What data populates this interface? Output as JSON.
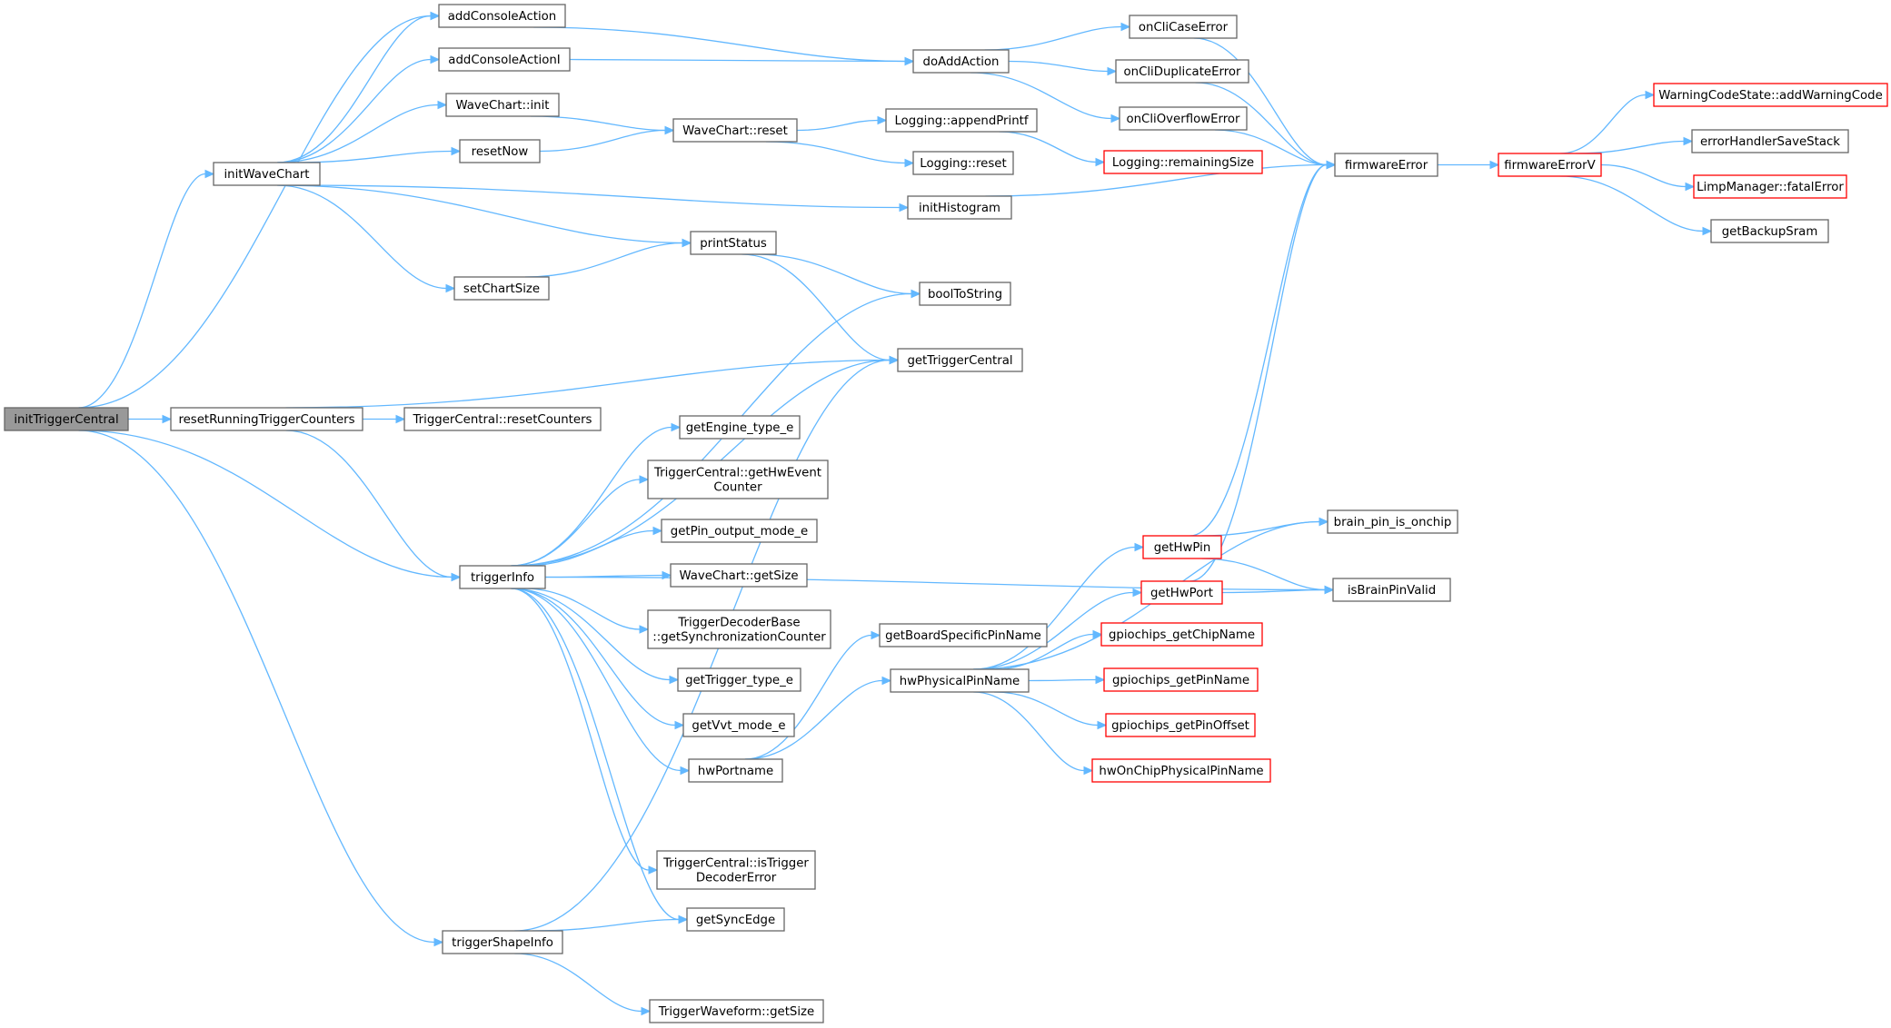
{
  "graph": {
    "colors": {
      "edge": "#63b8ff",
      "node_border": "#666666",
      "truncated_border": "#ff0000",
      "root_fill": "#999999"
    },
    "nodes": [
      {
        "id": "initTriggerCentral",
        "lines": [
          "initTriggerCentral"
        ],
        "root": true
      },
      {
        "id": "addConsoleAction",
        "lines": [
          "addConsoleAction"
        ]
      },
      {
        "id": "addConsoleActionI",
        "lines": [
          "addConsoleActionI"
        ]
      },
      {
        "id": "WaveChart_init",
        "lines": [
          "WaveChart::init"
        ]
      },
      {
        "id": "resetNow",
        "lines": [
          "resetNow"
        ]
      },
      {
        "id": "initWaveChart",
        "lines": [
          "initWaveChart"
        ]
      },
      {
        "id": "setChartSize",
        "lines": [
          "setChartSize"
        ]
      },
      {
        "id": "resetRunningTriggerCounters",
        "lines": [
          "resetRunningTriggerCounters"
        ]
      },
      {
        "id": "TriggerCentral_resetCounters",
        "lines": [
          "TriggerCentral::resetCounters"
        ]
      },
      {
        "id": "triggerInfo",
        "lines": [
          "triggerInfo"
        ]
      },
      {
        "id": "triggerShapeInfo",
        "lines": [
          "triggerShapeInfo"
        ]
      },
      {
        "id": "doAddAction",
        "lines": [
          "doAddAction"
        ]
      },
      {
        "id": "WaveChart_reset",
        "lines": [
          "WaveChart::reset"
        ]
      },
      {
        "id": "printStatus",
        "lines": [
          "printStatus"
        ]
      },
      {
        "id": "getEngine_type_e",
        "lines": [
          "getEngine_type_e"
        ]
      },
      {
        "id": "TriggerCentral_getHwEventCounter",
        "lines": [
          "TriggerCentral::getHwEvent",
          "Counter"
        ]
      },
      {
        "id": "getPin_output_mode_e",
        "lines": [
          "getPin_output_mode_e"
        ]
      },
      {
        "id": "WaveChart_getSize",
        "lines": [
          "WaveChart::getSize"
        ]
      },
      {
        "id": "TriggerDecoderBase_getSynchronizationCounter",
        "lines": [
          "TriggerDecoderBase",
          "::getSynchronizationCounter"
        ]
      },
      {
        "id": "getTrigger_type_e",
        "lines": [
          "getTrigger_type_e"
        ]
      },
      {
        "id": "getVvt_mode_e",
        "lines": [
          "getVvt_mode_e"
        ]
      },
      {
        "id": "hwPortname",
        "lines": [
          "hwPortname"
        ]
      },
      {
        "id": "TriggerCentral_isTriggerDecoderError",
        "lines": [
          "TriggerCentral::isTrigger",
          "DecoderError"
        ]
      },
      {
        "id": "getSyncEdge",
        "lines": [
          "getSyncEdge"
        ]
      },
      {
        "id": "TriggerWaveform_getSize",
        "lines": [
          "TriggerWaveform::getSize"
        ]
      },
      {
        "id": "Logging_appendPrintf",
        "lines": [
          "Logging::appendPrintf"
        ]
      },
      {
        "id": "Logging_reset",
        "lines": [
          "Logging::reset"
        ]
      },
      {
        "id": "initHistogram",
        "lines": [
          "initHistogram"
        ]
      },
      {
        "id": "boolToString",
        "lines": [
          "boolToString"
        ]
      },
      {
        "id": "getTriggerCentral",
        "lines": [
          "getTriggerCentral"
        ]
      },
      {
        "id": "getBoardSpecificPinName",
        "lines": [
          "getBoardSpecificPinName"
        ]
      },
      {
        "id": "hwPhysicalPinName",
        "lines": [
          "hwPhysicalPinName"
        ]
      },
      {
        "id": "onCliCaseError",
        "lines": [
          "onCliCaseError"
        ]
      },
      {
        "id": "onCliDuplicateError",
        "lines": [
          "onCliDuplicateError"
        ]
      },
      {
        "id": "onCliOverflowError",
        "lines": [
          "onCliOverflowError"
        ]
      },
      {
        "id": "Logging_remainingSize",
        "lines": [
          "Logging::remainingSize"
        ],
        "truncated": true
      },
      {
        "id": "getHwPin",
        "lines": [
          "getHwPin"
        ],
        "truncated": true
      },
      {
        "id": "getHwPort",
        "lines": [
          "getHwPort"
        ],
        "truncated": true
      },
      {
        "id": "gpiochips_getChipName",
        "lines": [
          "gpiochips_getChipName"
        ],
        "truncated": true
      },
      {
        "id": "gpiochips_getPinName",
        "lines": [
          "gpiochips_getPinName"
        ],
        "truncated": true
      },
      {
        "id": "gpiochips_getPinOffset",
        "lines": [
          "gpiochips_getPinOffset"
        ],
        "truncated": true
      },
      {
        "id": "hwOnChipPhysicalPinName",
        "lines": [
          "hwOnChipPhysicalPinName"
        ],
        "truncated": true
      },
      {
        "id": "firmwareError",
        "lines": [
          "firmwareError"
        ]
      },
      {
        "id": "brain_pin_is_onchip",
        "lines": [
          "brain_pin_is_onchip"
        ]
      },
      {
        "id": "isBrainPinValid",
        "lines": [
          "isBrainPinValid"
        ]
      },
      {
        "id": "firmwareErrorV",
        "lines": [
          "firmwareErrorV"
        ],
        "truncated": true
      },
      {
        "id": "WarningCodeState_addWarningCode",
        "lines": [
          "WarningCodeState::addWarningCode"
        ],
        "truncated": true
      },
      {
        "id": "errorHandlerSaveStack",
        "lines": [
          "errorHandlerSaveStack"
        ]
      },
      {
        "id": "LimpManager_fatalError",
        "lines": [
          "LimpManager::fatalError"
        ],
        "truncated": true
      },
      {
        "id": "getBackupSram",
        "lines": [
          "getBackupSram"
        ]
      }
    ],
    "edges": [
      [
        "initTriggerCentral",
        "addConsoleAction"
      ],
      [
        "initTriggerCentral",
        "initWaveChart"
      ],
      [
        "initTriggerCentral",
        "resetRunningTriggerCounters"
      ],
      [
        "initTriggerCentral",
        "triggerInfo"
      ],
      [
        "initTriggerCentral",
        "triggerShapeInfo"
      ],
      [
        "initWaveChart",
        "addConsoleAction"
      ],
      [
        "initWaveChart",
        "addConsoleActionI"
      ],
      [
        "initWaveChart",
        "WaveChart_init"
      ],
      [
        "initWaveChart",
        "resetNow"
      ],
      [
        "initWaveChart",
        "initHistogram"
      ],
      [
        "initWaveChart",
        "printStatus"
      ],
      [
        "initWaveChart",
        "setChartSize"
      ],
      [
        "addConsoleAction",
        "doAddAction"
      ],
      [
        "addConsoleActionI",
        "doAddAction"
      ],
      [
        "WaveChart_init",
        "WaveChart_reset"
      ],
      [
        "resetNow",
        "WaveChart_reset"
      ],
      [
        "setChartSize",
        "printStatus"
      ],
      [
        "resetRunningTriggerCounters",
        "TriggerCentral_resetCounters"
      ],
      [
        "resetRunningTriggerCounters",
        "getTriggerCentral"
      ],
      [
        "resetRunningTriggerCounters",
        "triggerInfo"
      ],
      [
        "printStatus",
        "boolToString"
      ],
      [
        "printStatus",
        "getTriggerCentral"
      ],
      [
        "WaveChart_reset",
        "Logging_appendPrintf"
      ],
      [
        "WaveChart_reset",
        "Logging_reset"
      ],
      [
        "Logging_appendPrintf",
        "Logging_remainingSize"
      ],
      [
        "doAddAction",
        "onCliCaseError"
      ],
      [
        "doAddAction",
        "onCliDuplicateError"
      ],
      [
        "doAddAction",
        "onCliOverflowError"
      ],
      [
        "onCliCaseError",
        "firmwareError"
      ],
      [
        "onCliDuplicateError",
        "firmwareError"
      ],
      [
        "onCliOverflowError",
        "firmwareError"
      ],
      [
        "initHistogram",
        "firmwareError"
      ],
      [
        "firmwareError",
        "firmwareErrorV"
      ],
      [
        "firmwareErrorV",
        "WarningCodeState_addWarningCode"
      ],
      [
        "firmwareErrorV",
        "errorHandlerSaveStack"
      ],
      [
        "firmwareErrorV",
        "LimpManager_fatalError"
      ],
      [
        "firmwareErrorV",
        "getBackupSram"
      ],
      [
        "triggerInfo",
        "boolToString"
      ],
      [
        "triggerInfo",
        "getTriggerCentral"
      ],
      [
        "triggerInfo",
        "getEngine_type_e"
      ],
      [
        "triggerInfo",
        "TriggerCentral_getHwEventCounter"
      ],
      [
        "triggerInfo",
        "getPin_output_mode_e"
      ],
      [
        "triggerInfo",
        "WaveChart_getSize"
      ],
      [
        "triggerInfo",
        "TriggerDecoderBase_getSynchronizationCounter"
      ],
      [
        "triggerInfo",
        "getTrigger_type_e"
      ],
      [
        "triggerInfo",
        "getVvt_mode_e"
      ],
      [
        "triggerInfo",
        "hwPortname"
      ],
      [
        "triggerInfo",
        "isBrainPinValid"
      ],
      [
        "triggerInfo",
        "TriggerCentral_isTriggerDecoderError"
      ],
      [
        "triggerInfo",
        "getSyncEdge"
      ],
      [
        "hwPortname",
        "getBoardSpecificPinName"
      ],
      [
        "hwPortname",
        "hwPhysicalPinName"
      ],
      [
        "hwPhysicalPinName",
        "brain_pin_is_onchip"
      ],
      [
        "hwPhysicalPinName",
        "getHwPin"
      ],
      [
        "hwPhysicalPinName",
        "getHwPort"
      ],
      [
        "hwPhysicalPinName",
        "gpiochips_getChipName"
      ],
      [
        "hwPhysicalPinName",
        "gpiochips_getPinName"
      ],
      [
        "hwPhysicalPinName",
        "gpiochips_getPinOffset"
      ],
      [
        "hwPhysicalPinName",
        "hwOnChipPhysicalPinName"
      ],
      [
        "getHwPin",
        "firmwareError"
      ],
      [
        "getHwPin",
        "brain_pin_is_onchip"
      ],
      [
        "getHwPin",
        "isBrainPinValid"
      ],
      [
        "getHwPort",
        "firmwareError"
      ],
      [
        "getHwPort",
        "isBrainPinValid"
      ],
      [
        "triggerShapeInfo",
        "getSyncEdge"
      ],
      [
        "triggerShapeInfo",
        "TriggerWaveform_getSize"
      ],
      [
        "triggerShapeInfo",
        "getTriggerCentral"
      ]
    ]
  }
}
